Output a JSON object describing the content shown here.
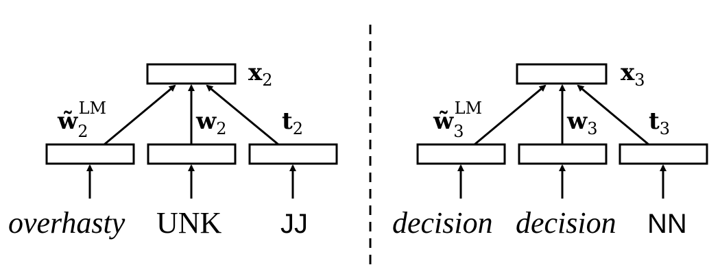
{
  "left_panel": {
    "output_label": {
      "base": "x",
      "sub": "2"
    },
    "inputs": [
      {
        "word": "overhasty",
        "word_style": "italic",
        "vector": {
          "base": "w̃",
          "sub": "2",
          "sup": "LM"
        }
      },
      {
        "word": "UNK",
        "word_style": "roman",
        "vector": {
          "base": "w",
          "sub": "2",
          "sup": ""
        }
      },
      {
        "word": "JJ",
        "word_style": "sans",
        "vector": {
          "base": "t",
          "sub": "2",
          "sup": ""
        }
      }
    ]
  },
  "right_panel": {
    "output_label": {
      "base": "x",
      "sub": "3"
    },
    "inputs": [
      {
        "word": "decision",
        "word_style": "italic",
        "vector": {
          "base": "w̃",
          "sub": "3",
          "sup": "LM"
        }
      },
      {
        "word": "decision",
        "word_style": "italic",
        "vector": {
          "base": "w",
          "sub": "3",
          "sup": ""
        }
      },
      {
        "word": "NN",
        "word_style": "sans",
        "vector": {
          "base": "t",
          "sub": "3",
          "sup": ""
        }
      }
    ]
  }
}
